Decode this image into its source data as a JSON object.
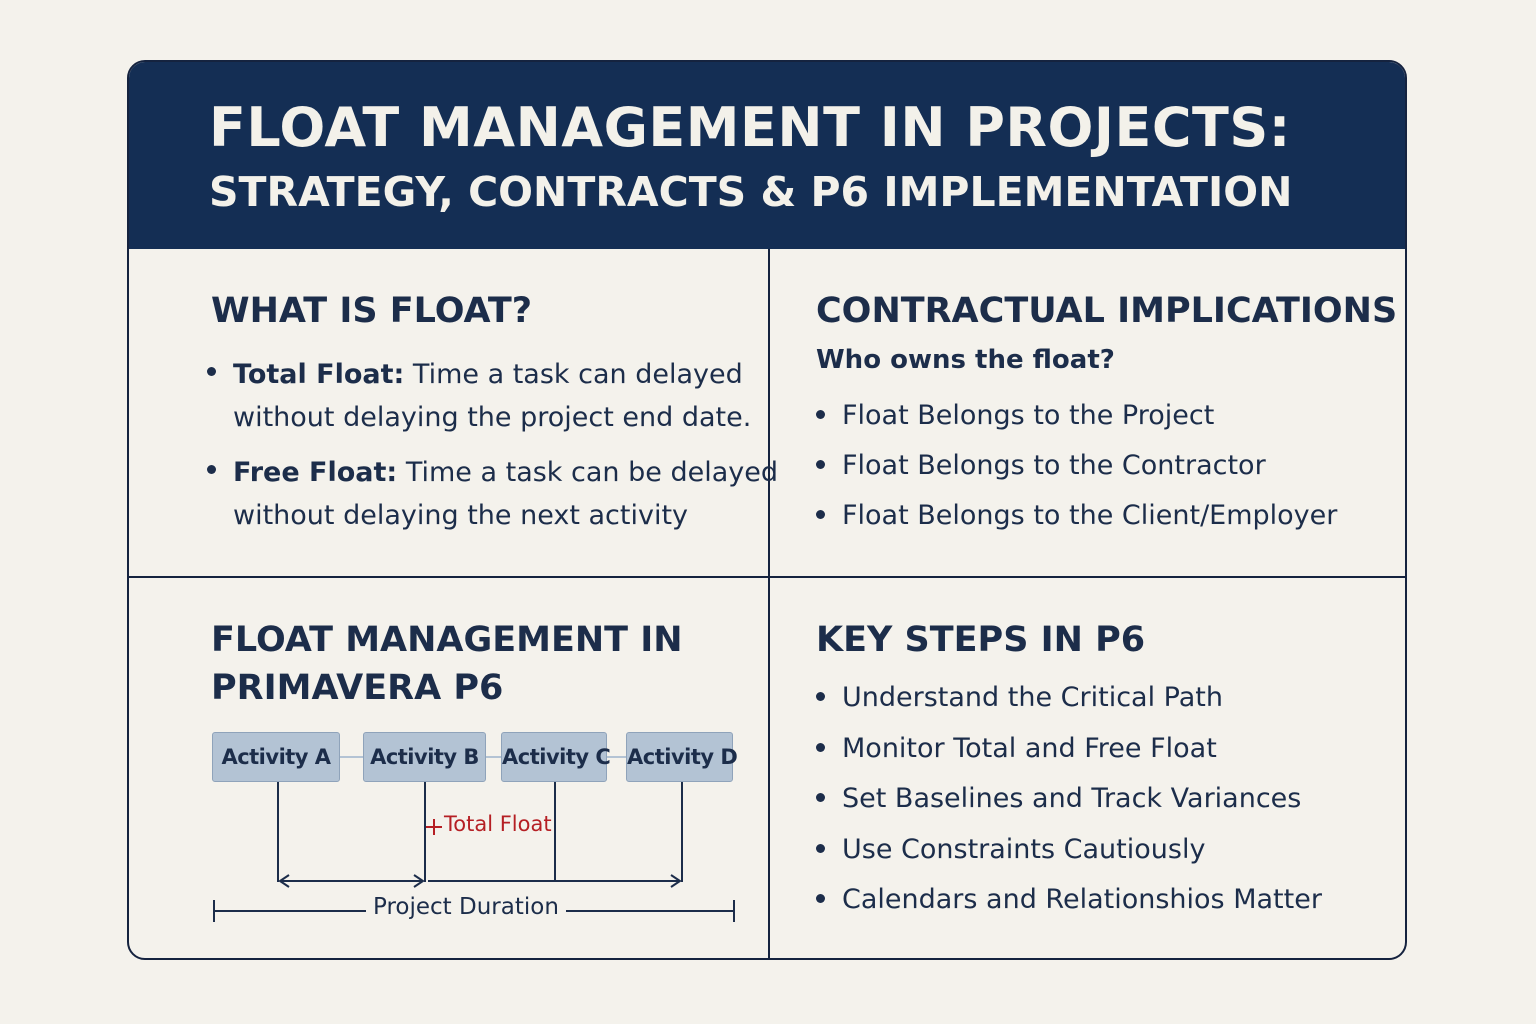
{
  "banner": {
    "title_line1": "FLOAT MANAGEMENT IN PROJECTS:",
    "title_line2": "STRATEGY, CONTRACTS & P6 IMPLEMENTATION"
  },
  "what_is_float": {
    "heading": "WHAT IS FLOAT?",
    "items": [
      {
        "term": "Total Float:",
        "line1": " Time a task can delayed",
        "line2": "without delaying the project end date."
      },
      {
        "term": "Free Float:",
        "line1": " Time a task can be delayed",
        "line2": "without delaying the next activity"
      }
    ]
  },
  "contractual": {
    "heading": "CONTRACTUAL IMPLICATIONS",
    "subheading": "Who owns the float?",
    "items": [
      "Float Belongs to the Project",
      "Float Belongs to the Contractor",
      "Float Belongs to the Client/Employer"
    ]
  },
  "p6": {
    "heading_line1": "FLOAT MANAGEMENT IN",
    "heading_line2": "PRIMAVERA P6",
    "activities": [
      "Activity A",
      "Activity B",
      "Activity C",
      "Activity D"
    ],
    "total_float_label": "Total Float",
    "project_duration_label": "Project Duration"
  },
  "key_steps": {
    "heading": "KEY STEPS IN P6",
    "items": [
      "Understand the Critical Path",
      "Monitor Total and Free Float",
      "Set Baselines and Track Variances",
      "Use Constraints Cautiously",
      "Calendars and Relationshios Matter"
    ]
  },
  "colors": {
    "banner_bg": "#142e54",
    "text": "#1c2d4a",
    "activity_box": "#b3c3d4",
    "float_highlight": "#b51f24",
    "background": "#f4f2ec"
  }
}
